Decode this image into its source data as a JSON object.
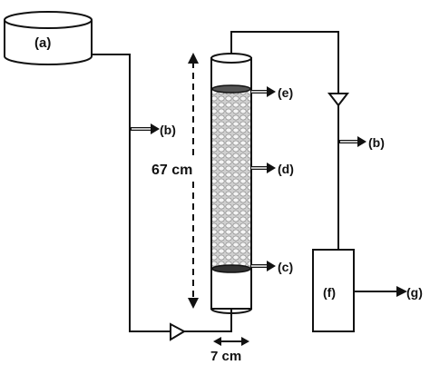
{
  "labels": {
    "tank": "(a)",
    "flow_left": "(b)",
    "flow_right": "(b)",
    "top_port": "(e)",
    "middle_port": "(d)",
    "bottom_port": "(c)",
    "collector": "(f)",
    "outlet": "(g)"
  },
  "dimensions": {
    "height": "67 cm",
    "diameter": "7 cm"
  }
}
